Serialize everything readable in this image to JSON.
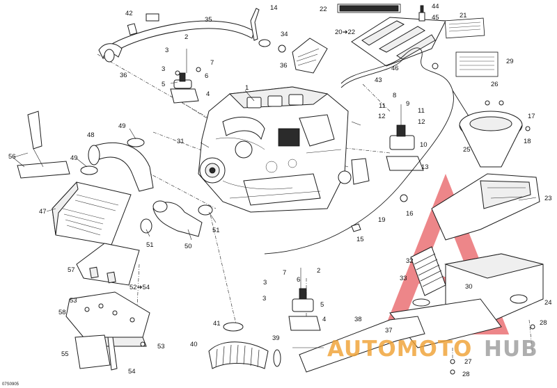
{
  "drawing_ref": "07S0905",
  "callouts": [
    {
      "id": "c1",
      "text": "1"
    },
    {
      "id": "c2a",
      "text": "2"
    },
    {
      "id": "c2b",
      "text": "2"
    },
    {
      "id": "c3a",
      "text": "3"
    },
    {
      "id": "c3b",
      "text": "3"
    },
    {
      "id": "c3c",
      "text": "3"
    },
    {
      "id": "c3d",
      "text": "3"
    },
    {
      "id": "c4a",
      "text": "4"
    },
    {
      "id": "c4b",
      "text": "4"
    },
    {
      "id": "c5a",
      "text": "5"
    },
    {
      "id": "c5b",
      "text": "5"
    },
    {
      "id": "c6a",
      "text": "6"
    },
    {
      "id": "c6b",
      "text": "6"
    },
    {
      "id": "c7a",
      "text": "7"
    },
    {
      "id": "c7b",
      "text": "7"
    },
    {
      "id": "c8",
      "text": "8"
    },
    {
      "id": "c9",
      "text": "9"
    },
    {
      "id": "c10",
      "text": "10"
    },
    {
      "id": "c11a",
      "text": "11"
    },
    {
      "id": "c11b",
      "text": "11"
    },
    {
      "id": "c12a",
      "text": "12"
    },
    {
      "id": "c12b",
      "text": "12"
    },
    {
      "id": "c13",
      "text": "13"
    },
    {
      "id": "c14",
      "text": "14"
    },
    {
      "id": "c15",
      "text": "15"
    },
    {
      "id": "c16",
      "text": "16"
    },
    {
      "id": "c17",
      "text": "17"
    },
    {
      "id": "c18",
      "text": "18"
    },
    {
      "id": "c19",
      "text": "19"
    },
    {
      "id": "c20",
      "text": "20➔22"
    },
    {
      "id": "c21",
      "text": "21"
    },
    {
      "id": "c22",
      "text": "22"
    },
    {
      "id": "c23",
      "text": "23"
    },
    {
      "id": "c24",
      "text": "24"
    },
    {
      "id": "c25",
      "text": "25"
    },
    {
      "id": "c26",
      "text": "26"
    },
    {
      "id": "c27",
      "text": "27"
    },
    {
      "id": "c28a",
      "text": "28"
    },
    {
      "id": "c28b",
      "text": "28"
    },
    {
      "id": "c29",
      "text": "29"
    },
    {
      "id": "c30",
      "text": "30"
    },
    {
      "id": "c31",
      "text": "31"
    },
    {
      "id": "c32",
      "text": "32"
    },
    {
      "id": "c33",
      "text": "33"
    },
    {
      "id": "c34",
      "text": "34"
    },
    {
      "id": "c35",
      "text": "35"
    },
    {
      "id": "c36a",
      "text": "36"
    },
    {
      "id": "c36b",
      "text": "36"
    },
    {
      "id": "c37",
      "text": "37"
    },
    {
      "id": "c38",
      "text": "38"
    },
    {
      "id": "c39",
      "text": "39"
    },
    {
      "id": "c40",
      "text": "40"
    },
    {
      "id": "c41",
      "text": "41"
    },
    {
      "id": "c42",
      "text": "42"
    },
    {
      "id": "c43",
      "text": "43"
    },
    {
      "id": "c44",
      "text": "44"
    },
    {
      "id": "c45",
      "text": "45"
    },
    {
      "id": "c46",
      "text": "46"
    },
    {
      "id": "c47",
      "text": "47"
    },
    {
      "id": "c48",
      "text": "48"
    },
    {
      "id": "c49a",
      "text": "49"
    },
    {
      "id": "c49b",
      "text": "49"
    },
    {
      "id": "c50",
      "text": "50"
    },
    {
      "id": "c51a",
      "text": "51"
    },
    {
      "id": "c51b",
      "text": "51"
    },
    {
      "id": "c52",
      "text": "52➔54"
    },
    {
      "id": "c53a",
      "text": "53"
    },
    {
      "id": "c53b",
      "text": "53"
    },
    {
      "id": "c54",
      "text": "54"
    },
    {
      "id": "c55",
      "text": "55"
    },
    {
      "id": "c56",
      "text": "56"
    },
    {
      "id": "c57",
      "text": "57"
    },
    {
      "id": "c58",
      "text": "58"
    }
  ],
  "watermark": {
    "text_red": "AUTOMOTO",
    "text_gray": "HUB",
    "color_red": "#e0252a",
    "color_gray": "#9a9a9a",
    "color_orange": "#f0a030"
  }
}
